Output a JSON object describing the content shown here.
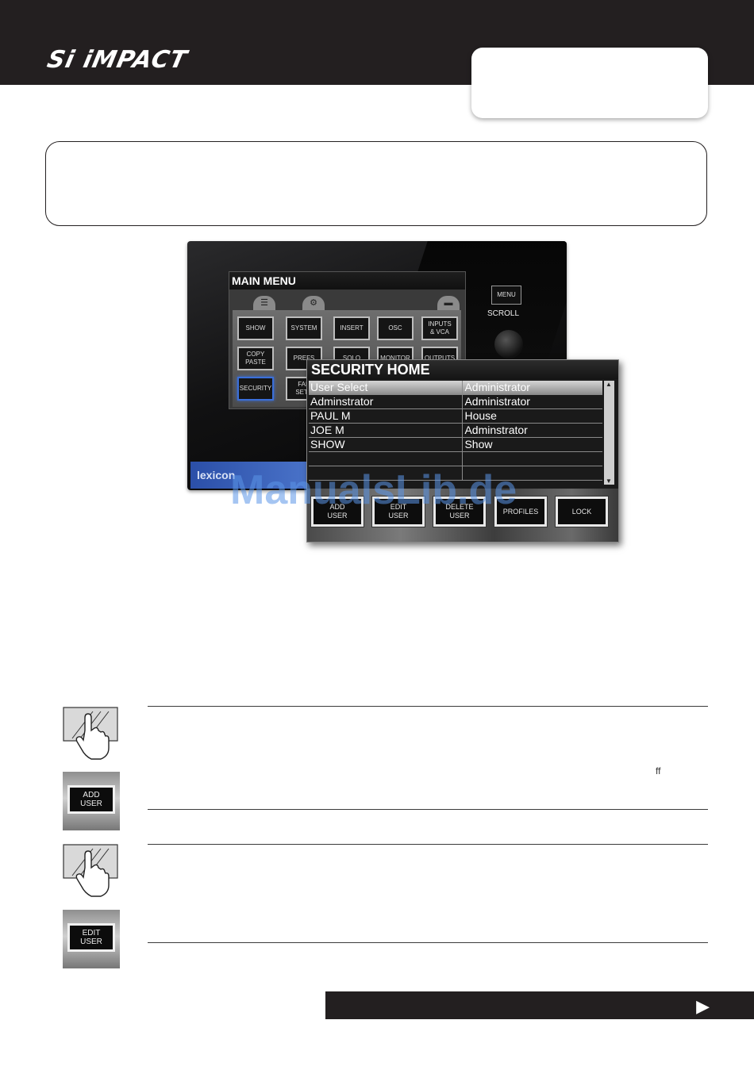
{
  "header": {
    "logo": "Si iMPACT"
  },
  "menu_screen": {
    "title": "MAIN MENU",
    "buttons": [
      {
        "label": "SHOW"
      },
      {
        "label": "SYSTEM"
      },
      {
        "label": "INSERT"
      },
      {
        "label": "OSC"
      },
      {
        "label": "INPUTS\n& VCA"
      },
      {
        "label": "COPY\nPASTE"
      },
      {
        "label": "PREFS"
      },
      {
        "label": "SOLO"
      },
      {
        "label": "MONITOR"
      },
      {
        "label": "OUTPUTS"
      },
      {
        "label": "SECURITY"
      },
      {
        "label": "FAD\nSETU"
      }
    ]
  },
  "console": {
    "menu_key": "MENU",
    "scroll_label": "SCROLL",
    "brand": "lexicon"
  },
  "security_home": {
    "title": "SECURITY HOME",
    "header": {
      "col1": "User Select",
      "col2": "Administrator"
    },
    "rows": [
      {
        "user": "Adminstrator",
        "profile": "Administrator"
      },
      {
        "user": "PAUL M",
        "profile": "House"
      },
      {
        "user": "JOE M",
        "profile": "Adminstrator"
      },
      {
        "user": "SHOW",
        "profile": "Show"
      },
      {
        "user": "",
        "profile": ""
      },
      {
        "user": "",
        "profile": ""
      }
    ],
    "buttons": [
      {
        "label": "ADD\nUSER"
      },
      {
        "label": "EDIT\nUSER"
      },
      {
        "label": "DELETE\nUSER"
      },
      {
        "label": "PROFILES"
      },
      {
        "label": "LOCK"
      }
    ]
  },
  "watermark": "ManualsLib.de",
  "steps": {
    "add_user_icon": "ADD\nUSER",
    "edit_user_icon": "EDIT\nUSER",
    "ff_text": "ff"
  },
  "footer": {
    "next_arrow": "▶"
  }
}
